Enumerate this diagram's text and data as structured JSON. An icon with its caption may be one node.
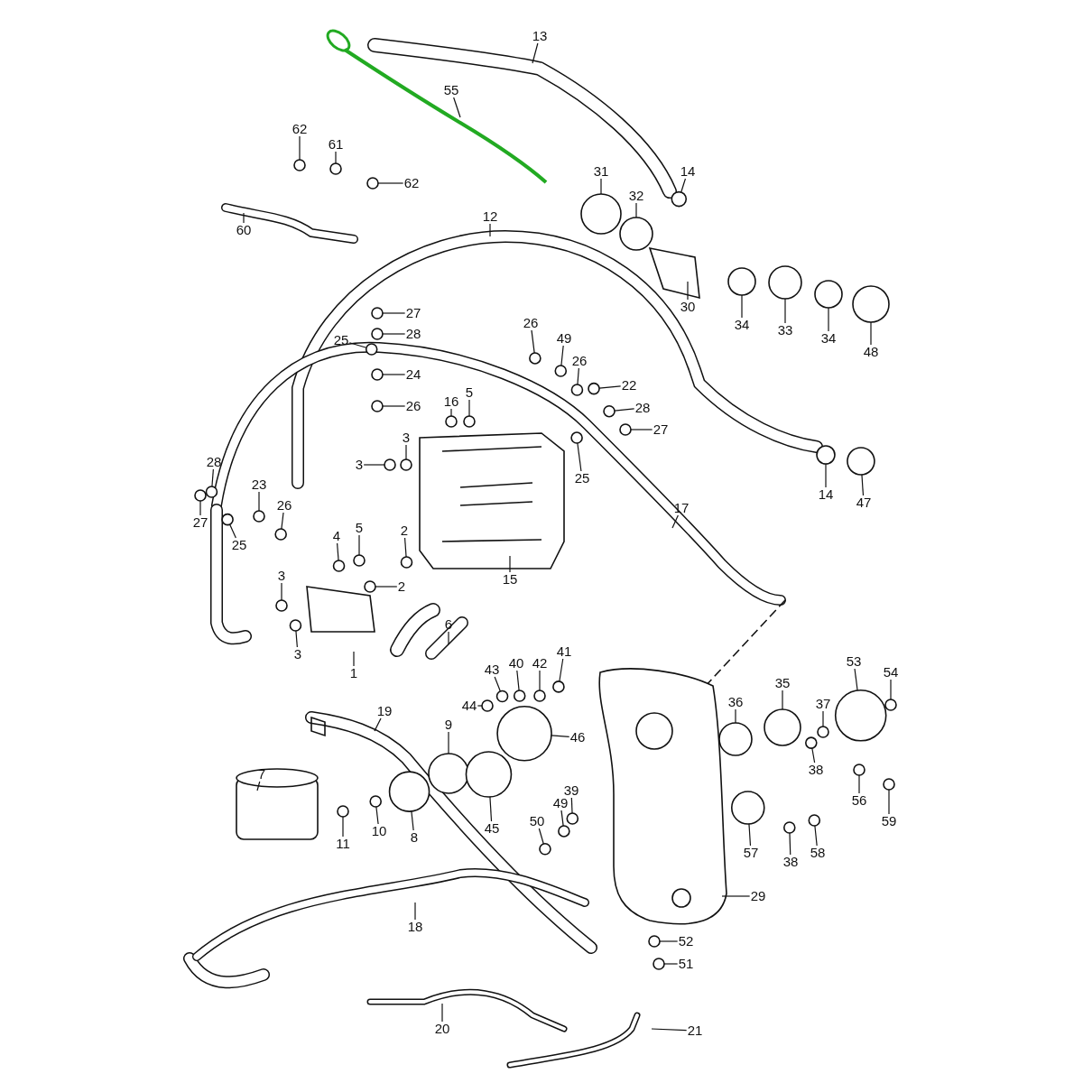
{
  "diagram": {
    "nodes": [
      {
        "text": [
          "13"
        ]
      },
      {
        "text": [
          "55"
        ]
      },
      {
        "text": [
          "62"
        ]
      },
      {
        "text": [
          "61"
        ]
      },
      {
        "text": [
          "62"
        ]
      },
      {
        "text": [
          "60"
        ]
      },
      {
        "text": [
          "31"
        ]
      },
      {
        "text": [
          "32"
        ]
      },
      {
        "text": [
          "14"
        ]
      },
      {
        "text": [
          "12"
        ]
      },
      {
        "text": [
          "30"
        ]
      },
      {
        "text": [
          "34"
        ]
      },
      {
        "text": [
          "33"
        ]
      },
      {
        "text": [
          "34"
        ]
      },
      {
        "text": [
          "48"
        ]
      },
      {
        "text": [
          "27"
        ]
      },
      {
        "text": [
          "28"
        ]
      },
      {
        "text": [
          "25"
        ]
      },
      {
        "text": [
          "24"
        ]
      },
      {
        "text": [
          "26"
        ]
      },
      {
        "text": [
          "26"
        ]
      },
      {
        "text": [
          "49"
        ]
      },
      {
        "text": [
          "26"
        ]
      },
      {
        "text": [
          "22"
        ]
      },
      {
        "text": [
          "28"
        ]
      },
      {
        "text": [
          "27"
        ]
      },
      {
        "text": [
          "16"
        ]
      },
      {
        "text": [
          "5"
        ]
      },
      {
        "text": [
          "3"
        ]
      },
      {
        "text": [
          "3"
        ]
      },
      {
        "text": [
          "25"
        ]
      },
      {
        "text": [
          "17"
        ]
      },
      {
        "text": [
          "14"
        ]
      },
      {
        "text": [
          "47"
        ]
      },
      {
        "text": [
          "28"
        ]
      },
      {
        "text": [
          "27"
        ]
      },
      {
        "text": [
          "25"
        ]
      },
      {
        "text": [
          "23"
        ]
      },
      {
        "text": [
          "26"
        ]
      },
      {
        "text": [
          "4"
        ]
      },
      {
        "text": [
          "5"
        ]
      },
      {
        "text": [
          "2"
        ]
      },
      {
        "text": [
          "2"
        ]
      },
      {
        "text": [
          "15"
        ]
      },
      {
        "text": [
          "3"
        ]
      },
      {
        "text": [
          "3"
        ]
      },
      {
        "text": [
          "1"
        ]
      },
      {
        "text": [
          "6"
        ]
      },
      {
        "text": [
          "43"
        ]
      },
      {
        "text": [
          "40"
        ]
      },
      {
        "text": [
          "42"
        ]
      },
      {
        "text": [
          "41"
        ]
      },
      {
        "text": [
          "44"
        ]
      },
      {
        "text": [
          "19"
        ]
      },
      {
        "text": [
          "9"
        ]
      },
      {
        "text": [
          "46"
        ]
      },
      {
        "text": [
          "36"
        ]
      },
      {
        "text": [
          "35"
        ]
      },
      {
        "text": [
          "53"
        ]
      },
      {
        "text": [
          "54"
        ]
      },
      {
        "text": [
          "37"
        ]
      },
      {
        "text": [
          "38"
        ]
      },
      {
        "text": [
          "7"
        ]
      },
      {
        "text": [
          "11"
        ]
      },
      {
        "text": [
          "10"
        ]
      },
      {
        "text": [
          "8"
        ]
      },
      {
        "text": [
          "45"
        ]
      },
      {
        "text": [
          "39"
        ]
      },
      {
        "text": [
          "49"
        ]
      },
      {
        "text": [
          "50"
        ]
      },
      {
        "text": [
          "56"
        ]
      },
      {
        "text": [
          "59"
        ]
      },
      {
        "text": [
          "57"
        ]
      },
      {
        "text": [
          "38"
        ]
      },
      {
        "text": [
          "58"
        ]
      },
      {
        "text": [
          "29"
        ]
      },
      {
        "text": [
          "18"
        ]
      },
      {
        "text": [
          "52"
        ]
      },
      {
        "text": [
          "51"
        ]
      },
      {
        "text": [
          "20"
        ]
      },
      {
        "text": [
          "21"
        ]
      },
      {
        "text": [],
        "shape": "circle"
      },
      {
        "text": [],
        "shape": "circle"
      },
      {
        "text": [],
        "shape": "circle"
      },
      {
        "text": [],
        "shape": "circle"
      },
      {
        "text": [],
        "shape": "circle"
      },
      {
        "text": [],
        "shape": "circle"
      },
      {
        "text": [],
        "shape": "circle"
      },
      {
        "text": [],
        "shape": "circle"
      },
      {
        "text": [],
        "shape": "circle"
      },
      {
        "text": [],
        "shape": "circle"
      },
      {
        "text": [],
        "shape": "circle"
      },
      {
        "text": [],
        "shape": "circle"
      },
      {
        "text": [],
        "shape": "circle"
      },
      {
        "text": [],
        "shape": "circle"
      },
      {
        "text": [],
        "shape": "circle"
      },
      {
        "text": [],
        "shape": "circle"
      },
      {
        "text": [],
        "shape": "circle"
      },
      {
        "text": [],
        "shape": "circle"
      },
      {
        "text": [],
        "shape": "circle"
      },
      {
        "text": [],
        "shape": "circle"
      },
      {
        "text": [],
        "shape": "circle"
      },
      {
        "text": [],
        "shape": "circle"
      },
      {
        "text": [],
        "shape": "circle"
      },
      {
        "text": [],
        "shape": "circle"
      },
      {
        "text": [],
        "shape": "circle"
      },
      {
        "text": [],
        "shape": "circle"
      },
      {
        "text": [],
        "shape": "circle"
      },
      {
        "text": [],
        "shape": "circle"
      },
      {
        "text": [],
        "shape": "circle"
      },
      {
        "text": [],
        "shape": "circle"
      },
      {
        "text": [],
        "shape": "circle"
      },
      {
        "text": [],
        "shape": "circle"
      },
      {
        "text": [],
        "shape": "circle"
      },
      {
        "text": [],
        "shape": "circle"
      },
      {
        "text": [],
        "shape": "circle"
      },
      {
        "text": [],
        "shape": "circle"
      },
      {
        "text": [],
        "shape": "circle"
      },
      {
        "text": [],
        "shape": "circle"
      },
      {
        "text": [],
        "shape": "circle"
      },
      {
        "text": [],
        "shape": "circle"
      },
      {
        "text": [],
        "shape": "circle"
      },
      {
        "text": [],
        "shape": "circle"
      },
      {
        "text": [],
        "shape": "circle"
      },
      {
        "text": [],
        "shape": "circle"
      },
      {
        "text": [],
        "shape": "circle"
      },
      {
        "text": [],
        "shape": "circle"
      },
      {
        "text": [],
        "shape": "circle"
      },
      {
        "text": [],
        "shape": "circle"
      },
      {
        "text": [],
        "shape": "circle"
      },
      {
        "text": [],
        "shape": "circle"
      },
      {
        "text": [],
        "shape": "circle"
      },
      {
        "text": [],
        "shape": "circle"
      },
      {
        "text": [],
        "shape": "circle"
      },
      {
        "text": [],
        "shape": "circle"
      },
      {
        "text": [],
        "shape": "circle"
      },
      {
        "text": [],
        "shape": "circle"
      },
      {
        "text": [],
        "shape": "circle"
      },
      {
        "text": [],
        "shape": "circle"
      },
      {
        "text": [],
        "shape": "circle"
      },
      {
        "text": [],
        "shape": "circle"
      },
      {
        "text": [],
        "shape": "circle"
      },
      {
        "text": [],
        "shape": "circle"
      },
      {
        "text": [],
        "shape": "circle"
      },
      {
        "text": [],
        "shape": "circle"
      },
      {
        "text": [],
        "shape": "circle"
      },
      {
        "text": [],
        "shape": "circle"
      }
    ],
    "edges": [
      {
        "from": 0,
        "to": null,
        "arrow": "none"
      },
      {
        "from": 1,
        "to": null,
        "arrow": "none"
      },
      {
        "from": 2,
        "to": 81,
        "arrow": "none"
      },
      {
        "from": 3,
        "to": 82,
        "arrow": "none"
      },
      {
        "from": 4,
        "to": 83,
        "arrow": "none"
      },
      {
        "from": 5,
        "to": null,
        "arrow": "none"
      },
      {
        "from": 6,
        "to": 84,
        "arrow": "none"
      },
      {
        "from": 7,
        "to": 85,
        "arrow": "none"
      },
      {
        "from": 8,
        "to": 86,
        "arrow": "none"
      },
      {
        "from": 9,
        "to": null,
        "arrow": "none"
      },
      {
        "from": 10,
        "to": null,
        "arrow": "none"
      },
      {
        "from": 11,
        "to": 87,
        "arrow": "none"
      },
      {
        "from": 12,
        "to": 88,
        "arrow": "none"
      },
      {
        "from": 13,
        "to": 89,
        "arrow": "none"
      },
      {
        "from": 14,
        "to": 90,
        "arrow": "none"
      },
      {
        "from": 15,
        "to": 91,
        "arrow": "none"
      },
      {
        "from": 16,
        "to": 92,
        "arrow": "none"
      },
      {
        "from": 17,
        "to": 93,
        "arrow": "none"
      },
      {
        "from": 18,
        "to": 94,
        "arrow": "none"
      },
      {
        "from": 19,
        "to": 95,
        "arrow": "none"
      },
      {
        "from": 20,
        "to": 96,
        "arrow": "none"
      },
      {
        "from": 21,
        "to": 97,
        "arrow": "none"
      },
      {
        "from": 22,
        "to": 98,
        "arrow": "none"
      },
      {
        "from": 23,
        "to": 99,
        "arrow": "none"
      },
      {
        "from": 24,
        "to": 100,
        "arrow": "none"
      },
      {
        "from": 25,
        "to": 101,
        "arrow": "none"
      },
      {
        "from": 26,
        "to": 102,
        "arrow": "none"
      },
      {
        "from": 27,
        "to": 103,
        "arrow": "none"
      },
      {
        "from": 28,
        "to": 104,
        "arrow": "none"
      },
      {
        "from": 29,
        "to": 105,
        "arrow": "none"
      },
      {
        "from": 30,
        "to": 106,
        "arrow": "none"
      },
      {
        "from": 31,
        "to": null,
        "arrow": "none"
      },
      {
        "from": 32,
        "to": 107,
        "arrow": "none"
      },
      {
        "from": 33,
        "to": 108,
        "arrow": "none"
      },
      {
        "from": 34,
        "to": 109,
        "arrow": "none"
      },
      {
        "from": 35,
        "to": 110,
        "arrow": "none"
      },
      {
        "from": 36,
        "to": 111,
        "arrow": "none"
      },
      {
        "from": 37,
        "to": 112,
        "arrow": "none"
      },
      {
        "from": 38,
        "to": 113,
        "arrow": "none"
      },
      {
        "from": 39,
        "to": 114,
        "arrow": "none"
      },
      {
        "from": 40,
        "to": 115,
        "arrow": "none"
      },
      {
        "from": 41,
        "to": 116,
        "arrow": "none"
      },
      {
        "from": 42,
        "to": 117,
        "arrow": "none"
      },
      {
        "from": 43,
        "to": null,
        "arrow": "none"
      },
      {
        "from": 44,
        "to": 118,
        "arrow": "none"
      },
      {
        "from": 45,
        "to": 119,
        "arrow": "none"
      },
      {
        "from": 46,
        "to": null,
        "arrow": "none"
      },
      {
        "from": 47,
        "to": null,
        "arrow": "none"
      },
      {
        "from": 48,
        "to": 120,
        "arrow": "none"
      },
      {
        "from": 49,
        "to": 121,
        "arrow": "none"
      },
      {
        "from": 50,
        "to": 122,
        "arrow": "none"
      },
      {
        "from": 51,
        "to": 123,
        "arrow": "none"
      },
      {
        "from": 52,
        "to": 124,
        "arrow": "none"
      },
      {
        "from": 53,
        "to": null,
        "arrow": "none"
      },
      {
        "from": 54,
        "to": 125,
        "arrow": "none"
      },
      {
        "from": 55,
        "to": 126,
        "arrow": "none"
      },
      {
        "from": 56,
        "to": 127,
        "arrow": "none"
      },
      {
        "from": 57,
        "to": 128,
        "arrow": "none"
      },
      {
        "from": 58,
        "to": 129,
        "arrow": "none"
      },
      {
        "from": 59,
        "to": 130,
        "arrow": "none"
      },
      {
        "from": 60,
        "to": 131,
        "arrow": "none"
      },
      {
        "from": 61,
        "to": 132,
        "arrow": "none"
      },
      {
        "from": 62,
        "to": null,
        "arrow": "none"
      },
      {
        "from": 63,
        "to": 133,
        "arrow": "none"
      },
      {
        "from": 64,
        "to": 134,
        "arrow": "none"
      },
      {
        "from": 65,
        "to": 146,
        "arrow": "none"
      },
      {
        "from": 66,
        "to": 135,
        "arrow": "none"
      },
      {
        "from": 67,
        "to": 136,
        "arrow": "none"
      },
      {
        "from": 68,
        "to": 137,
        "arrow": "none"
      },
      {
        "from": 69,
        "to": 138,
        "arrow": "none"
      },
      {
        "from": 70,
        "to": 139,
        "arrow": "none"
      },
      {
        "from": 71,
        "to": 140,
        "arrow": "none"
      },
      {
        "from": 72,
        "to": 141,
        "arrow": "none"
      },
      {
        "from": 73,
        "to": 142,
        "arrow": "none"
      },
      {
        "from": 74,
        "to": 143,
        "arrow": "none"
      },
      {
        "from": 75,
        "to": null,
        "arrow": "none"
      },
      {
        "from": 76,
        "to": null,
        "arrow": "none"
      },
      {
        "from": 77,
        "to": 144,
        "arrow": "none"
      },
      {
        "from": 78,
        "to": 145,
        "arrow": "none"
      },
      {
        "from": 79,
        "to": null,
        "arrow": "none"
      },
      {
        "from": 80,
        "to": null,
        "arrow": "none"
      }
    ]
  }
}
